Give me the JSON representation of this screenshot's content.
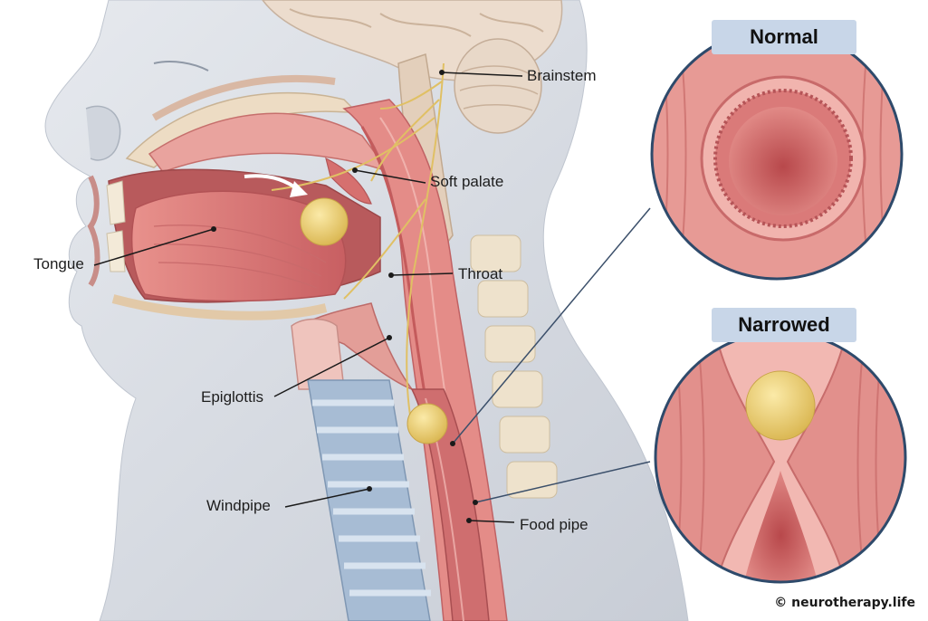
{
  "labels": {
    "brainstem": "Brainstem",
    "soft_palate": "Soft palate",
    "throat": "Throat",
    "tongue": "Tongue",
    "epiglottis": "Epiglottis",
    "windpipe": "Windpipe",
    "food_pipe": "Food pipe"
  },
  "panels": {
    "normal": "Normal",
    "narrowed": "Narrowed"
  },
  "credit": "© neurotherapy.life",
  "colors": {
    "tissue": "#e07f7c",
    "tissue_dark": "#c45b5c",
    "skin": "#d7dbe2",
    "bone": "#eddcc4",
    "trachea": "#9fb6cf",
    "bolus": "#f2d47e",
    "nerve": "#e3c46a",
    "panel_header": "#c8d6e8",
    "panel_ring": "#2e4a6b"
  }
}
